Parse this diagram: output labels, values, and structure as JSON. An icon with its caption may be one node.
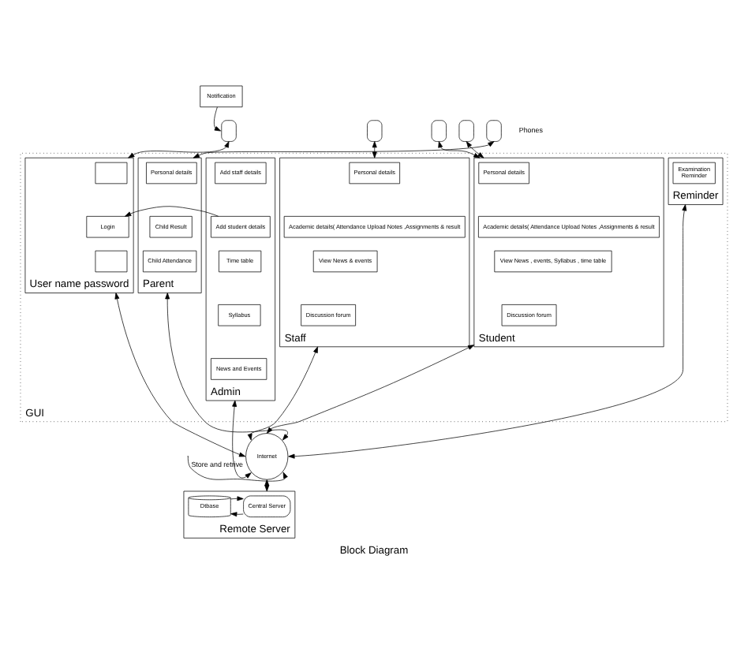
{
  "diagram": {
    "caption": "Block Diagram",
    "nodes": [
      {
        "text": [
          "GUI"
        ]
      },
      {
        "text": [
          "Admin"
        ],
        "in": 0
      },
      {
        "text": [
          "Add staff details"
        ],
        "in": 1
      },
      {
        "text": [
          "Add student details"
        ],
        "in": 1
      },
      {
        "text": [
          "Time table"
        ],
        "in": 1
      },
      {
        "text": [
          "Syllabus"
        ],
        "in": 1
      },
      {
        "text": [
          "News and Events"
        ],
        "in": 1
      },
      {
        "text": [
          "User name password"
        ],
        "in": 0
      },
      {
        "text": [],
        "shape": "box",
        "in": 7
      },
      {
        "text": [
          "Login"
        ],
        "in": 7
      },
      {
        "text": [],
        "shape": "box",
        "in": 7
      },
      {
        "text": [
          "Staff"
        ],
        "in": 0
      },
      {
        "text": [
          "Personal details"
        ],
        "in": 11
      },
      {
        "text": [
          "Academic details( Attendance Upload Notes ,Assignments & result"
        ],
        "in": 11
      },
      {
        "text": [
          "View News & events"
        ],
        "in": 11
      },
      {
        "text": [
          "Discussion forum"
        ],
        "in": 11
      },
      {
        "text": [
          "Student"
        ],
        "in": 0
      },
      {
        "text": [
          "Personal details"
        ],
        "in": 16
      },
      {
        "text": [
          "Academic details( Attendance Upload Notes ,Assignments & result"
        ],
        "in": 16
      },
      {
        "text": [
          "View News , events, Syllabus , time table"
        ],
        "in": 16
      },
      {
        "text": [
          "Discussion forum"
        ],
        "in": 16
      },
      {
        "text": [
          "Parent"
        ],
        "in": 0
      },
      {
        "text": [
          "Personal details"
        ],
        "in": 21
      },
      {
        "text": [
          "Child Result"
        ],
        "in": 21
      },
      {
        "text": [
          "Child Attendance"
        ],
        "in": 21
      },
      {
        "text": [
          "Reminder"
        ],
        "in": 0
      },
      {
        "text": [
          "Examination",
          "Reminder"
        ],
        "in": 25
      },
      {
        "text": [
          "Notification"
        ]
      },
      {
        "text": [],
        "shape": "phone"
      },
      {
        "text": [],
        "shape": "phone"
      },
      {
        "text": [],
        "shape": "phone"
      },
      {
        "text": [],
        "shape": "phone"
      },
      {
        "text": [],
        "shape": "phone"
      },
      {
        "text": [
          "Internet"
        ]
      },
      {
        "text": [
          "Remote Server"
        ]
      },
      {
        "text": [
          "Central Server"
        ],
        "in": 34
      },
      {
        "text": [
          "Dtbase"
        ],
        "in": 34
      }
    ],
    "edges": [
      {
        "from": 27,
        "to": 28,
        "arrow": "to"
      },
      {
        "from": 28,
        "to": 7,
        "arrow": "both"
      },
      {
        "from": 29,
        "to": 11,
        "arrow": "both"
      },
      {
        "from": 30,
        "to": 16,
        "arrow": "both"
      },
      {
        "from": 31,
        "to": 16,
        "arrow": "both"
      },
      {
        "from": 32,
        "to": 21,
        "arrow": "both"
      },
      {
        "from": 3,
        "to": 9,
        "arrow": "to"
      },
      {
        "from": 1,
        "to": 33,
        "arrow": "both"
      },
      {
        "from": 7,
        "to": 33,
        "arrow": "both"
      },
      {
        "from": 11,
        "to": 33,
        "arrow": "both"
      },
      {
        "from": 16,
        "to": 33,
        "arrow": "both"
      },
      {
        "from": 21,
        "to": 33,
        "arrow": "both"
      },
      {
        "from": 25,
        "to": 33,
        "arrow": "both"
      },
      {
        "from": null,
        "to": 33,
        "arrow": "to",
        "label": "Store and retrive"
      },
      {
        "from": 33,
        "to": 34,
        "arrow": "both"
      },
      {
        "from": 35,
        "to": 36,
        "arrow": "to"
      },
      {
        "from": 36,
        "to": 35,
        "arrow": "to"
      }
    ],
    "labels": [
      "Phones"
    ]
  }
}
